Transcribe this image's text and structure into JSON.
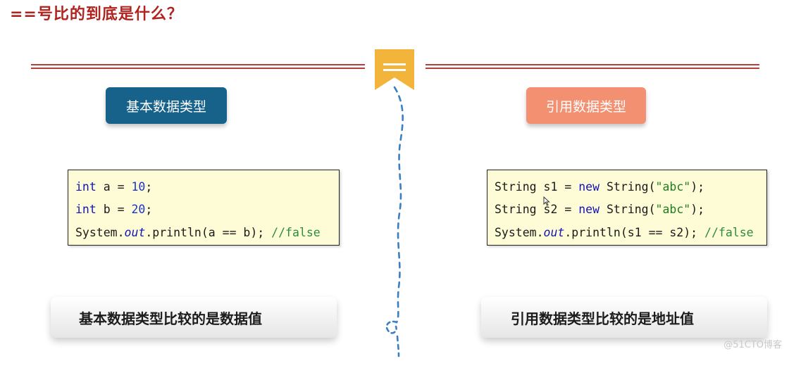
{
  "slide": {
    "title": "==号比的到底是什么？",
    "left": {
      "label": "基本数据类型",
      "code": [
        [
          {
            "t": "int",
            "c": "kw"
          },
          {
            "t": " a = ",
            "c": ""
          },
          {
            "t": "10",
            "c": "num"
          },
          {
            "t": ";",
            "c": ""
          }
        ],
        [
          {
            "t": "int",
            "c": "kw"
          },
          {
            "t": " b = ",
            "c": ""
          },
          {
            "t": "20",
            "c": "num"
          },
          {
            "t": ";",
            "c": ""
          }
        ],
        [
          {
            "t": "System.",
            "c": ""
          },
          {
            "t": "out",
            "c": "field"
          },
          {
            "t": ".println(a == b); ",
            "c": ""
          },
          {
            "t": "//false",
            "c": "cmt"
          }
        ]
      ],
      "summary": "基本数据类型比较的是数据值"
    },
    "right": {
      "label": "引用数据类型",
      "code": [
        [
          {
            "t": "String s1 = ",
            "c": ""
          },
          {
            "t": "new",
            "c": "kw"
          },
          {
            "t": " String(",
            "c": ""
          },
          {
            "t": "\"abc\"",
            "c": "str"
          },
          {
            "t": ");",
            "c": ""
          }
        ],
        [
          {
            "t": "String s2 = ",
            "c": ""
          },
          {
            "t": "new",
            "c": "kw"
          },
          {
            "t": " String(",
            "c": ""
          },
          {
            "t": "\"abc\"",
            "c": "str"
          },
          {
            "t": ");",
            "c": ""
          }
        ],
        [
          {
            "t": "System.",
            "c": ""
          },
          {
            "t": "out",
            "c": "field"
          },
          {
            "t": ".println(s1 == s2); ",
            "c": ""
          },
          {
            "t": "//false",
            "c": "cmt"
          }
        ]
      ],
      "summary": "引用数据类型比较的是地址值"
    },
    "watermark": "@51CTO博客"
  },
  "colors": {
    "title": "#b0231f",
    "rule": "#b5403a",
    "bookmark": "#f2b43a",
    "divider": "#3a7fc1",
    "left_pill": "#17628a",
    "right_pill": "#f39071",
    "code_bg": "#fdfcd6"
  },
  "icons": [
    "bookmark-icon",
    "cursor-icon"
  ]
}
